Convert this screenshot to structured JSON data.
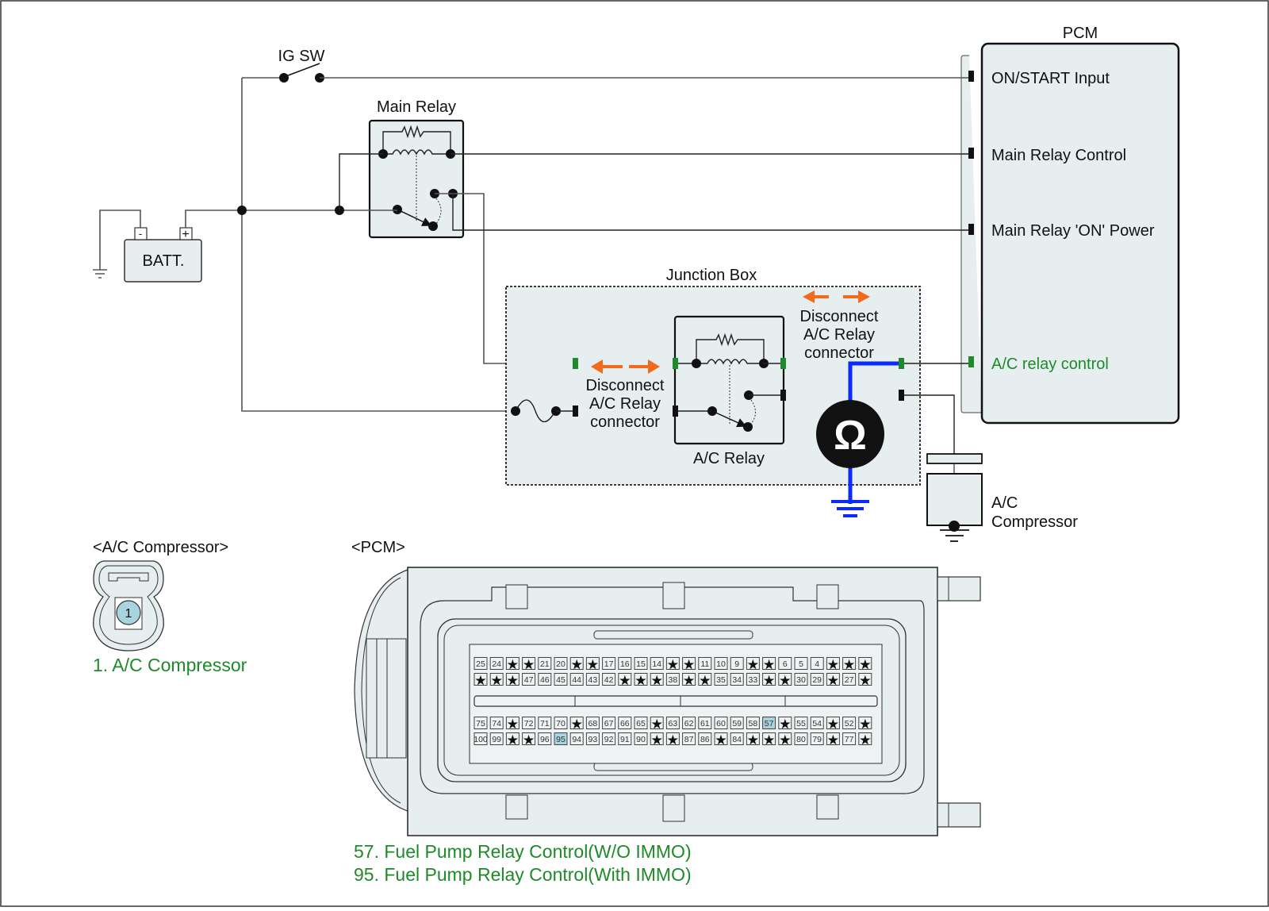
{
  "diagram": {
    "labels": {
      "ig_sw": "IG SW",
      "main_relay": "Main Relay",
      "battery": "BATT.",
      "battery_neg": "-",
      "battery_pos": "+",
      "pcm": "PCM",
      "junction_box": "Junction Box",
      "ac_relay": "A/C Relay",
      "disconnect_left": [
        "Disconnect",
        "A/C Relay",
        "connector"
      ],
      "disconnect_right": [
        "Disconnect",
        "A/C Relay",
        "connector"
      ],
      "ac_compressor": [
        "A/C",
        "Compressor"
      ],
      "ohmmeter_symbol": "Ω"
    },
    "pcm_terminals": [
      {
        "label": "ON/START Input",
        "highlight": false
      },
      {
        "label": "Main Relay Control",
        "highlight": false
      },
      {
        "label": "Main Relay 'ON' Power",
        "highlight": false
      },
      {
        "label": "A/C relay control",
        "highlight": true
      }
    ],
    "colors": {
      "highlight_text": "#1e8a2a",
      "connector_green": "#1e8a2a",
      "arrow_orange": "#f26a1b",
      "meter_wire_blue": "#0a2bff",
      "box_fill": "#e6eeef",
      "pin_highlight": "#a9d3de"
    }
  },
  "connector_views": {
    "ac_compressor": {
      "title": "<A/C Compressor>",
      "pin_number": "1",
      "legend": [
        "1. A/C Compressor"
      ]
    },
    "pcm": {
      "title": "<PCM>",
      "rows": [
        [
          "25",
          "24",
          "*",
          "*",
          "21",
          "20",
          "*",
          "*",
          "17",
          "16",
          "15",
          "14",
          "*",
          "*",
          "11",
          "10",
          "9",
          "*",
          "*",
          "6",
          "5",
          "4",
          "*",
          "*",
          "*"
        ],
        [
          "*",
          "*",
          "*",
          "47",
          "46",
          "45",
          "44",
          "43",
          "42",
          "*",
          "*",
          "*",
          "38",
          "*",
          "*",
          "35",
          "34",
          "33",
          "*",
          "*",
          "30",
          "29",
          "*",
          "27",
          "*"
        ],
        [
          "75",
          "74",
          "*",
          "72",
          "71",
          "70",
          "*",
          "68",
          "67",
          "66",
          "65",
          "*",
          "63",
          "62",
          "61",
          "60",
          "59",
          "58",
          "57",
          "*",
          "55",
          "54",
          "*",
          "52",
          "*"
        ],
        [
          "100",
          "99",
          "*",
          "*",
          "96",
          "95",
          "94",
          "93",
          "92",
          "91",
          "90",
          "*",
          "*",
          "87",
          "86",
          "*",
          "84",
          "*",
          "*",
          "*",
          "80",
          "79",
          "*",
          "77",
          "*"
        ]
      ],
      "highlighted_pins": [
        "57",
        "95"
      ],
      "legend": [
        "57. Fuel Pump Relay Control(W/O IMMO)",
        "95. Fuel Pump Relay Control(With IMMO)"
      ]
    }
  }
}
